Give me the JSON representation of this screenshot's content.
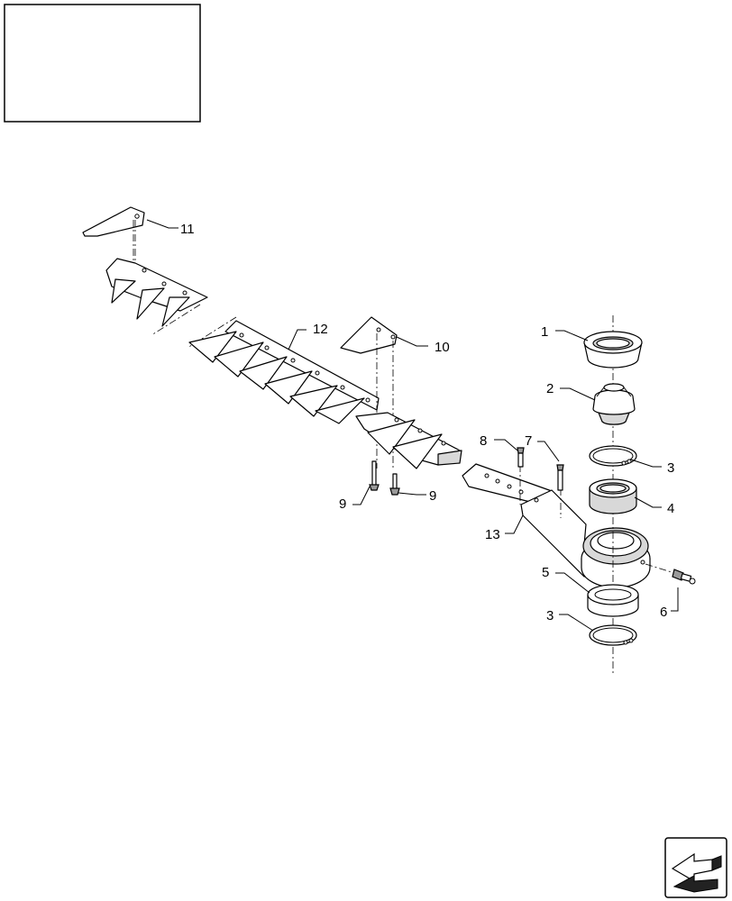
{
  "diagram": {
    "callouts": {
      "c1": "1",
      "c2": "2",
      "c3a": "3",
      "c3b": "3",
      "c4": "4",
      "c5": "5",
      "c6": "6",
      "c7": "7",
      "c8": "8",
      "c9a": "9",
      "c9b": "9",
      "c10": "10",
      "c11": "11",
      "c12": "12",
      "c13": "13"
    },
    "nav_icon": "arrow-next-icon"
  }
}
